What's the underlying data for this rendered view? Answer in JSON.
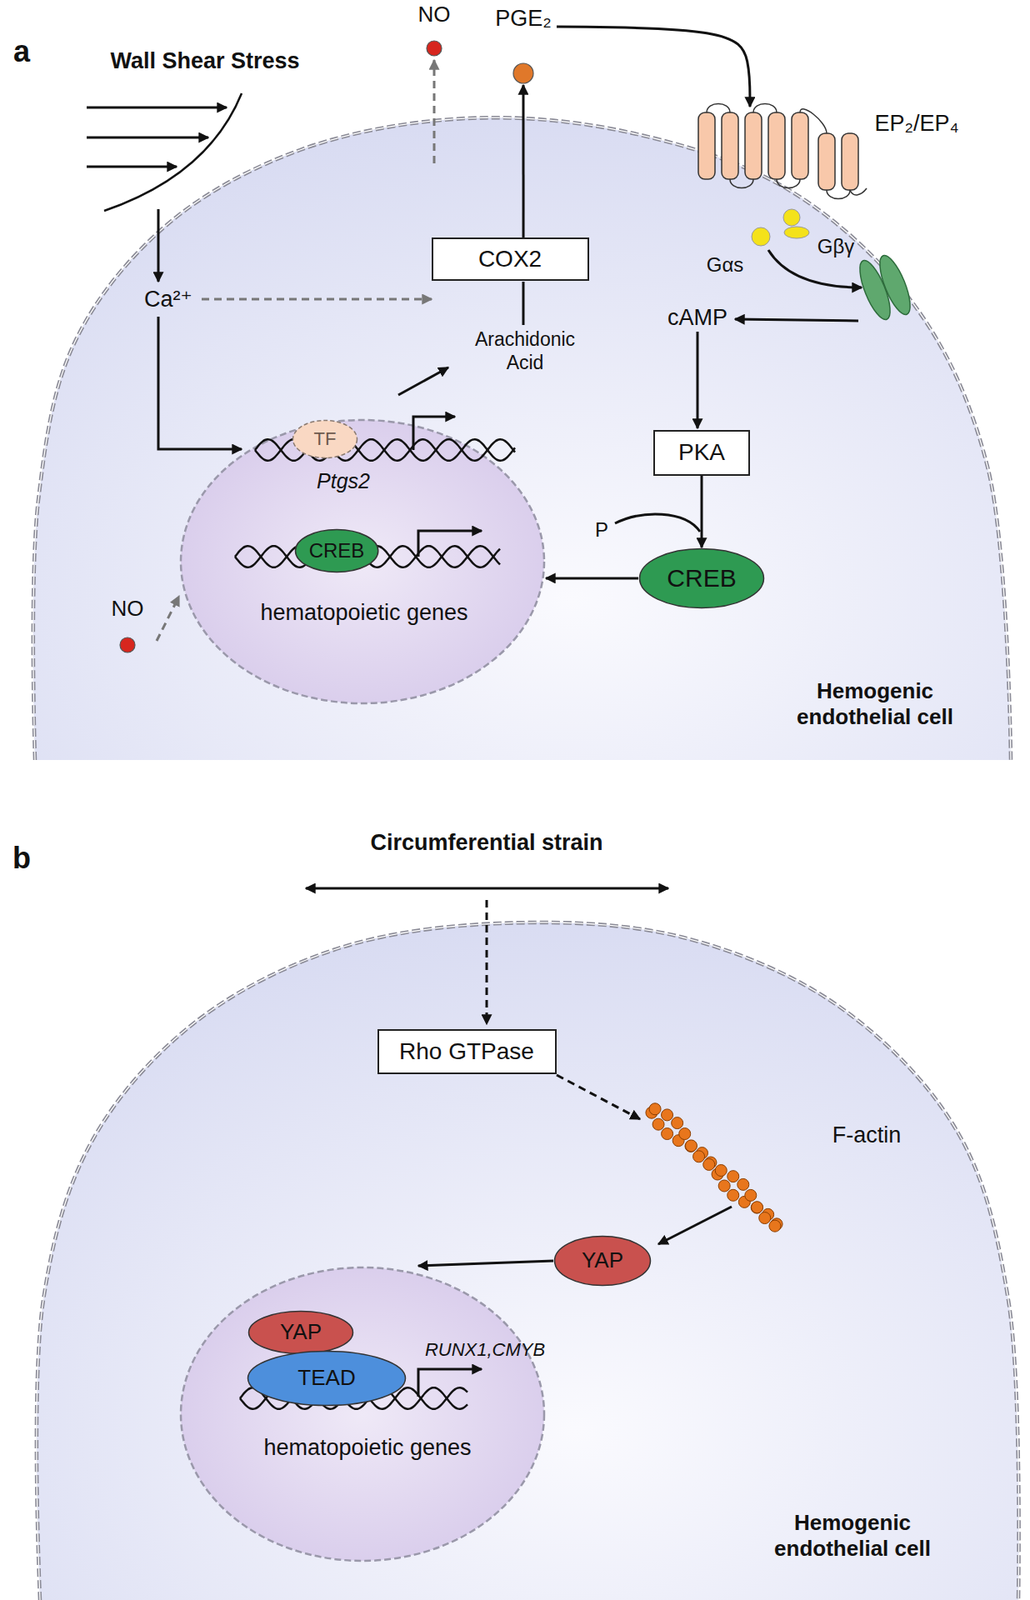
{
  "diagram": {
    "nodes": [
      {
        "text": [
          "NO"
        ]
      },
      {
        "text": [
          "PGE₂"
        ]
      },
      {
        "text": [
          "EP₂/EP₄"
        ]
      },
      {
        "text": [
          "Hemogenic endothelial cell"
        ]
      },
      {
        "text": [
          "COX2"
        ],
        "in": 3
      },
      {
        "text": [
          "PKA"
        ],
        "in": 3
      },
      {
        "text": [
          "Ptgs2",
          "hematopoietic genes"
        ],
        "in": 3
      },
      {
        "text": [
          "TF"
        ],
        "in": 6
      },
      {
        "text": [
          "CREB"
        ],
        "in": 6
      },
      {
        "text": [
          "CREB"
        ],
        "in": 3
      },
      {
        "text": [
          "NO"
        ],
        "in": 3
      },
      {
        "text": [
          "Hemogenic endothelial cell"
        ]
      },
      {
        "text": [
          "Rho GTPase"
        ],
        "in": 11
      },
      {
        "text": [
          "YAP"
        ],
        "in": 11
      },
      {
        "text": [
          "RUNX1,CMYB",
          "hematopoietic genes"
        ],
        "in": 11
      },
      {
        "text": [
          "YAP"
        ],
        "in": 14
      },
      {
        "text": [
          "TEAD"
        ],
        "in": 14
      }
    ],
    "edges": [
      {
        "from": 3,
        "to": 0,
        "arrow": "to"
      },
      {
        "from": 4,
        "to": 1,
        "arrow": "to"
      },
      {
        "from": 1,
        "to": 2,
        "arrow": "to"
      },
      {
        "from": 5,
        "to": 9,
        "arrow": "to"
      },
      {
        "from": 9,
        "to": 6,
        "arrow": "to"
      },
      {
        "from": 10,
        "to": 6,
        "arrow": "to"
      },
      {
        "from": 13,
        "to": 14,
        "arrow": "to"
      }
    ],
    "labels": [
      "a",
      "Wall Shear Stress",
      "Ca²⁺",
      "Arachidonic Acid",
      "Gαs",
      "Gβγ",
      "cAMP",
      "P",
      "b",
      "Circumferential strain",
      "F-actin"
    ]
  }
}
